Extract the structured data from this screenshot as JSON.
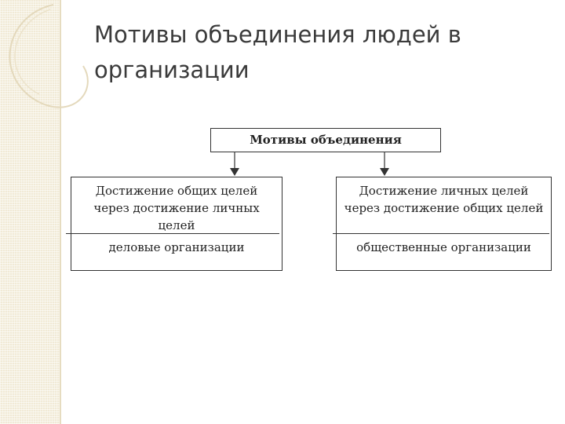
{
  "slide": {
    "title": "Мотивы объединения людей в организации"
  },
  "diagram": {
    "top": "Мотивы объединения",
    "left": {
      "goal": "Достижение общих целей через достижение личных целей",
      "org": "деловые организации"
    },
    "right": {
      "goal": "Достижение личных целей через достижение общих целей",
      "org": "общественные организации"
    }
  },
  "colors": {
    "strip": "#f1ead6",
    "title": "#3b3b3b",
    "line": "#333333"
  }
}
